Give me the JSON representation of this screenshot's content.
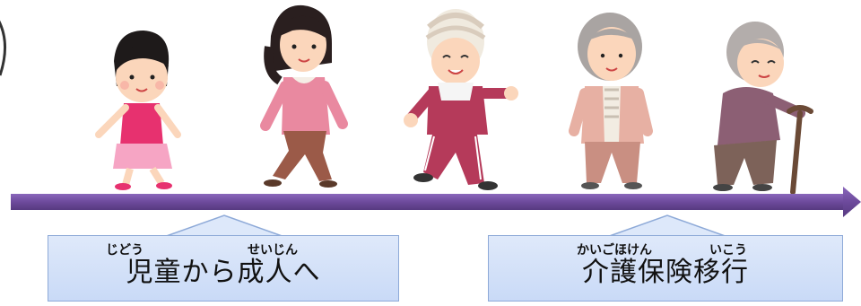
{
  "callouts": {
    "left": {
      "furigana": [
        "じどう",
        "せいじん"
      ],
      "text": "児童から成人へ"
    },
    "right": {
      "furigana": [
        "かいごほけん",
        "いこう"
      ],
      "text": "介護保険移行"
    }
  },
  "colors": {
    "timeline": "#6d4a9c",
    "callout_fill": "#d5e2f8",
    "callout_border": "#8eaad8"
  },
  "figures": [
    "child-girl-icon",
    "young-woman-icon",
    "walking-grandmother-icon",
    "elderly-woman-icon",
    "elderly-woman-with-cane-icon"
  ]
}
